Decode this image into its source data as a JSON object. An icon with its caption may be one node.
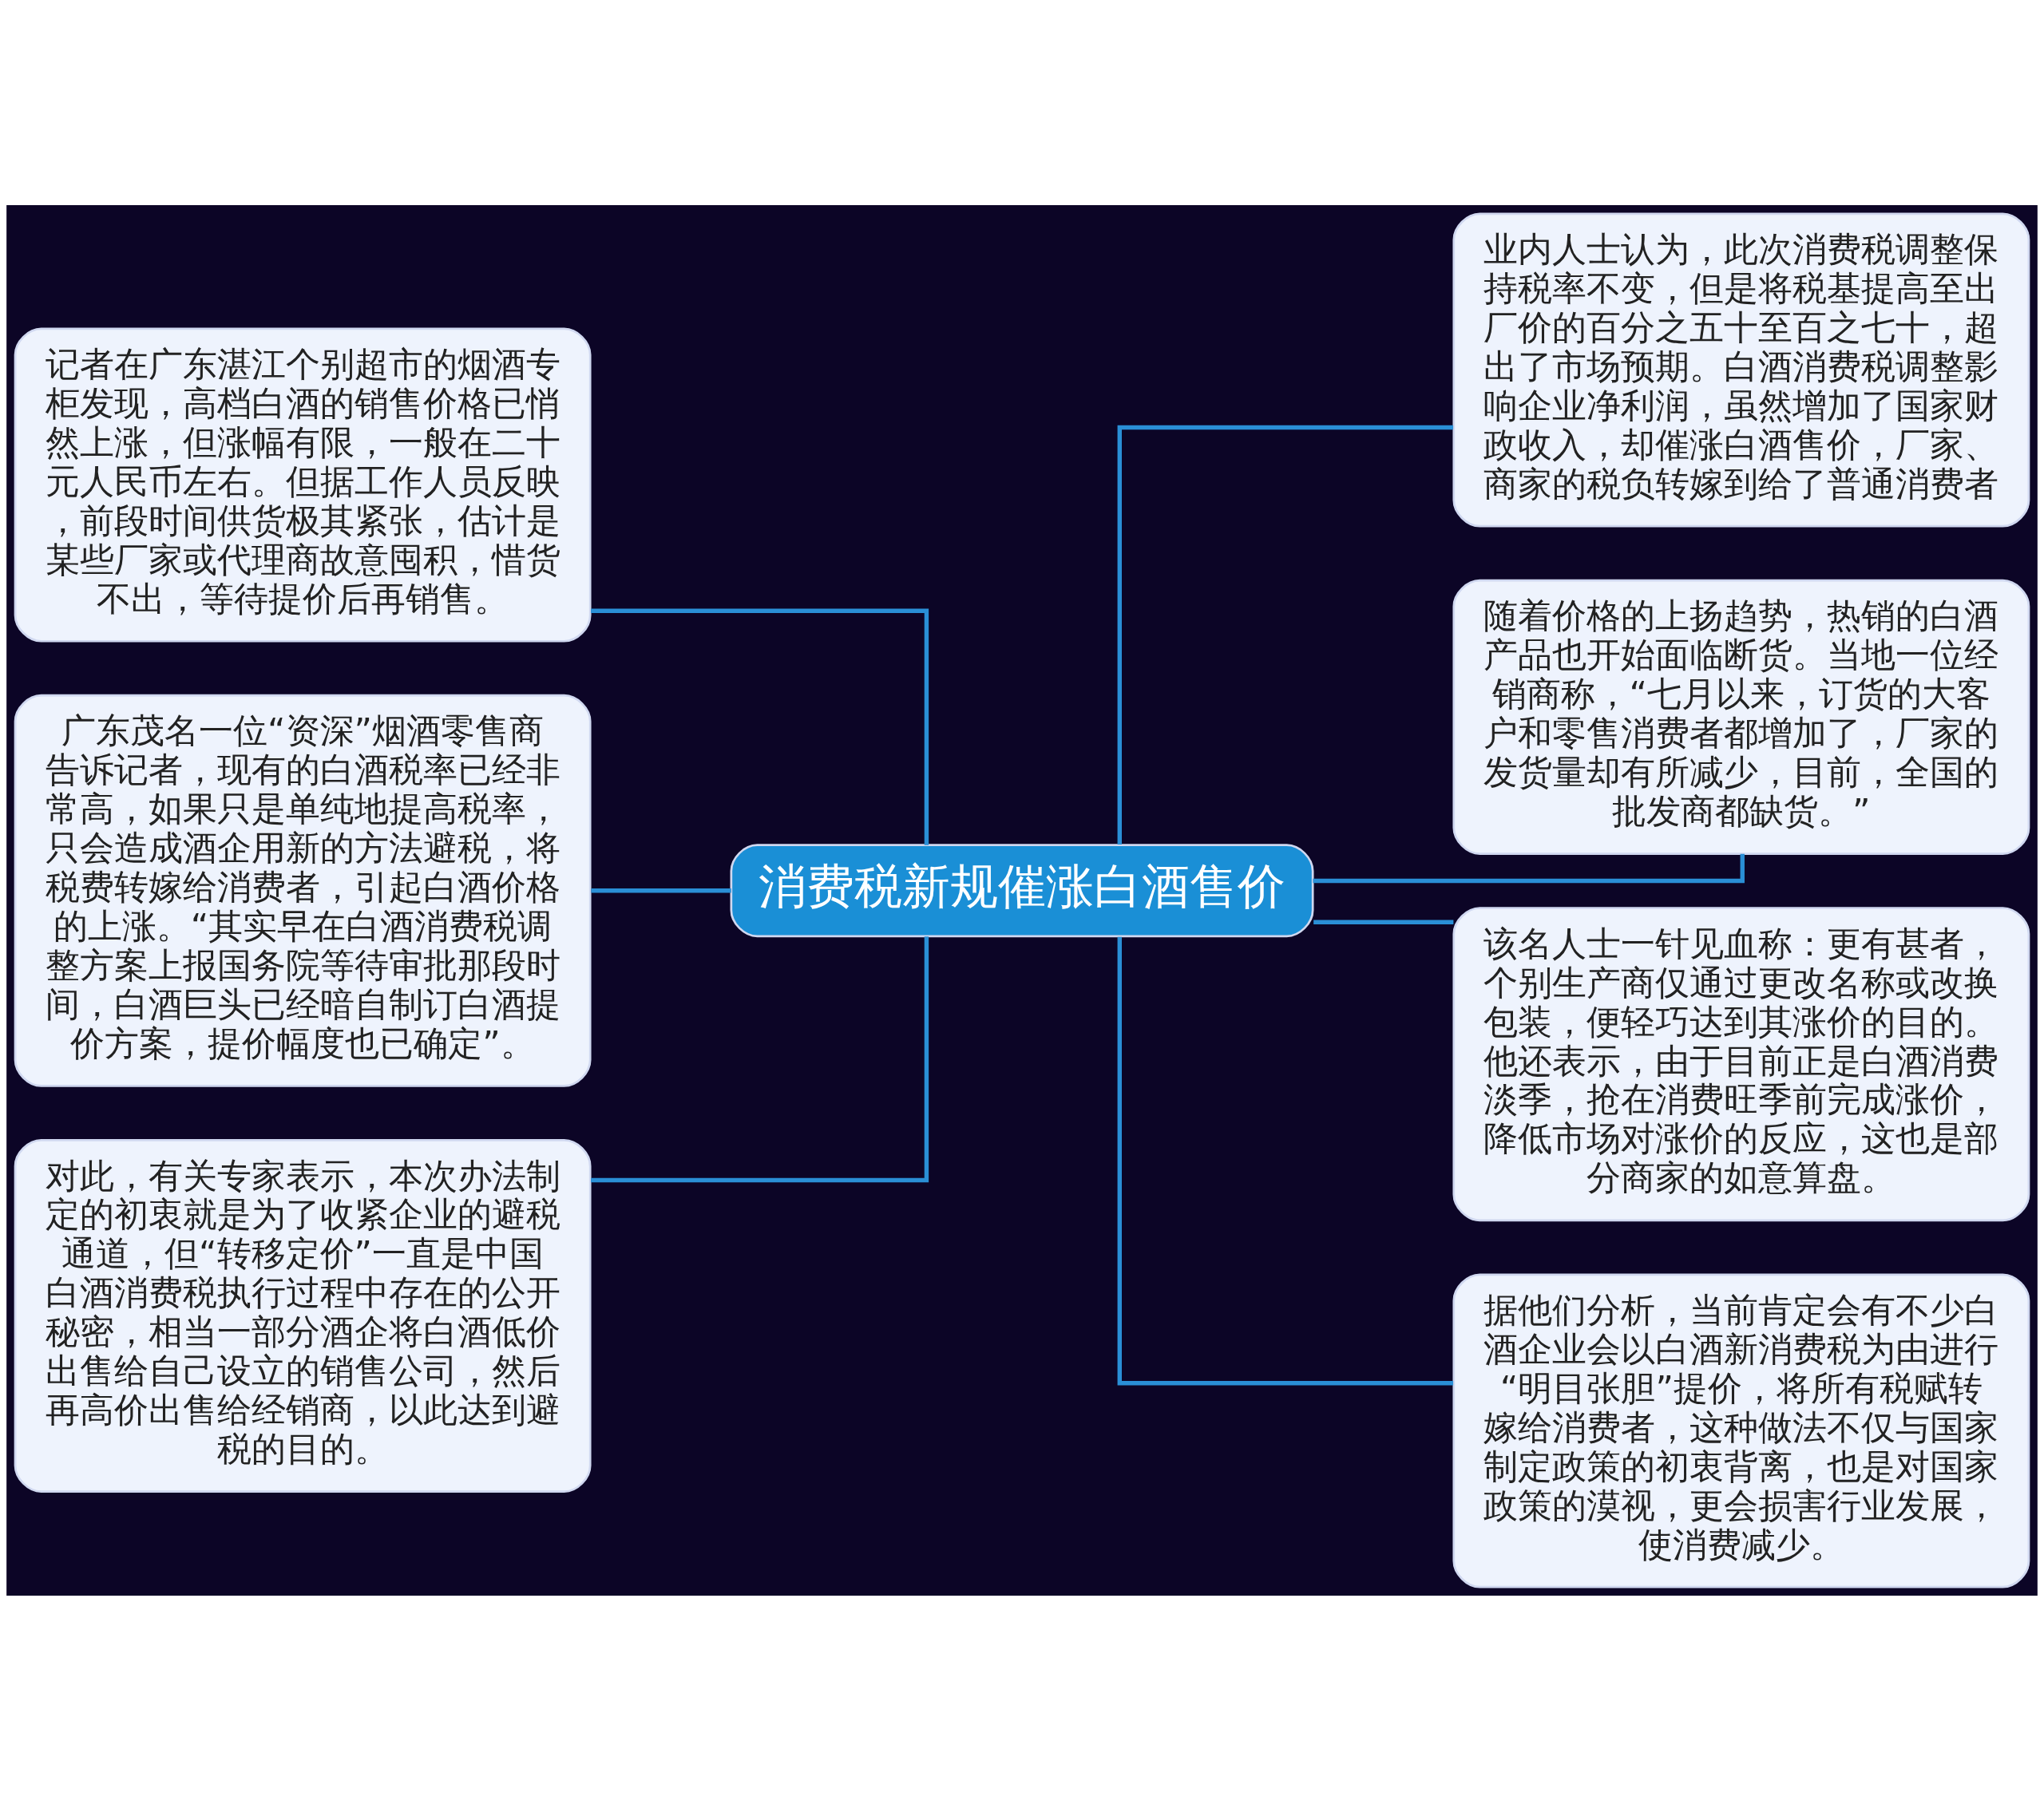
{
  "diagram": {
    "nodes": [
      {
        "text": [
          "消费税新规催涨白酒售价"
        ]
      },
      {
        "text": [
          "记者在广东湛江个别超市的烟酒专柜发现，高档白酒的销售价格已悄然上涨，但涨幅有限，一般在二十元人民币左右。但据工作人员反映，前段时间供货极其紧张，估计是某些厂家或代理商故意囤积，惜货不出，等待提价后再销售。"
        ]
      },
      {
        "text": [
          "广东茂名一位“资深”烟酒零售商告诉记者，现有的白酒税率已经非常高，如果只是单纯地提高税率，只会造成酒企用新的方法避税，将税费转嫁给消费者，引起白酒价格的上涨。“其实早在白酒消费税调整方案上报国务院等待审批那段时间，白酒巨头已经暗自制订白酒提价方案，提价幅度也已确定”。"
        ]
      },
      {
        "text": [
          "对此，有关专家表示，本次办法制定的初衷就是为了收紧企业的避税通道，但“转移定价”一直是中国白酒消费税执行过程中存在的公开秘密，相当一部分酒企将白酒低价出售给自己设立的销售公司，然后再高价出售给经销商，以此达到避税的目的。"
        ]
      },
      {
        "text": [
          "业内人士认为，此次消费税调整保持税率不变，但是将税基提高至出厂价的百分之五十至百之七十，超出了市场预期。白酒消费税调整影响企业净利润，虽然增加了国家财政收入，却催涨白酒售价，厂家、商家的税负转嫁到给了普通消费者"
        ]
      },
      {
        "text": [
          "随着价格的上扬趋势，热销的白酒产品也开始面临断货。当地一位经销商称，“七月以来，订货的大客户和零售消费者都增加了，厂家的发货量却有所减少，目前，全国的批发商都缺货。”"
        ]
      },
      {
        "text": [
          "该名人士一针见血称：更有甚者，个别生产商仅通过更改名称或改换包装，便轻巧达到其涨价的目的。他还表示，由于目前正是白酒消费淡季，抢在消费旺季前完成涨价，降低市场对涨价的反应，这也是部分商家的如意算盘。"
        ]
      },
      {
        "text": [
          "据他们分析，当前肯定会有不少白酒企业会以白酒新消费税为由进行“明目张胆”提价，将所有税赋转嫁给消费者，这种做法不仅与国家制定政策的初衷背离，也是对国家政策的漠视，更会损害行业发展，使消费减少。"
        ]
      }
    ],
    "edges": [
      {
        "from": 0,
        "to": 1,
        "arrow": "none"
      },
      {
        "from": 0,
        "to": 2,
        "arrow": "none"
      },
      {
        "from": 0,
        "to": 3,
        "arrow": "none"
      },
      {
        "from": 0,
        "to": 4,
        "arrow": "none"
      },
      {
        "from": 0,
        "to": 5,
        "arrow": "none"
      },
      {
        "from": 0,
        "to": 6,
        "arrow": "none"
      },
      {
        "from": 0,
        "to": 7,
        "arrow": "none"
      }
    ]
  }
}
